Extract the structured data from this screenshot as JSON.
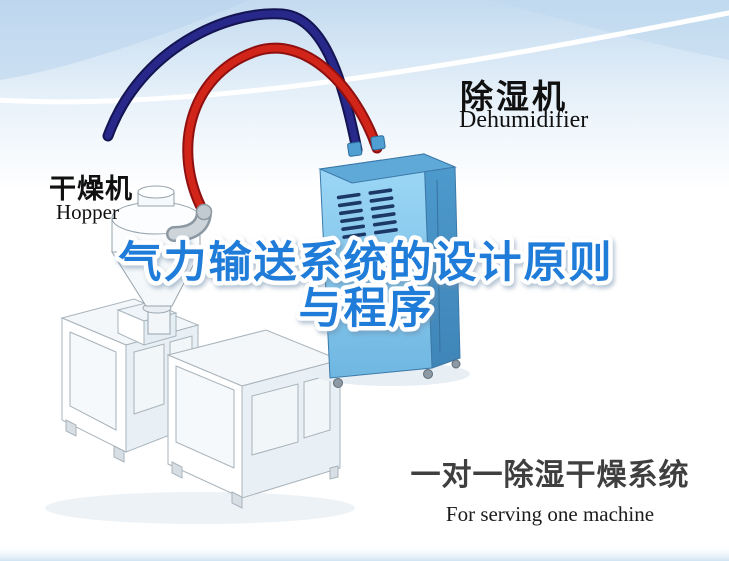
{
  "scene": {
    "background": {
      "top_tint": "#c3dbf0",
      "bottom": "#ffffff",
      "bottom_strip": "#d0e3f4"
    }
  },
  "equipment_labels": {
    "dehumidifier": {
      "cn": "除湿机",
      "en": "Dehumidifier"
    },
    "hopper": {
      "cn": "干燥机",
      "en": "Hopper"
    }
  },
  "watermark_title": {
    "line1": "气力输送系统的设计原则",
    "line2": "与程序",
    "color": "#1f7cd8",
    "outline_color": "#ffffff"
  },
  "caption": {
    "cn": "一对一除湿干燥系统",
    "en": "For serving one machine"
  },
  "diagram": {
    "parts": [
      "extruder-machine",
      "hopper-dryer",
      "dehumidifier-unit",
      "red-supply-pipe",
      "blue-return-pipe"
    ],
    "pipe_colors": {
      "red_supply": "#d2251a",
      "blue_return": "#28288a"
    },
    "dehumidifier_body_color": "#7cc0e8"
  }
}
